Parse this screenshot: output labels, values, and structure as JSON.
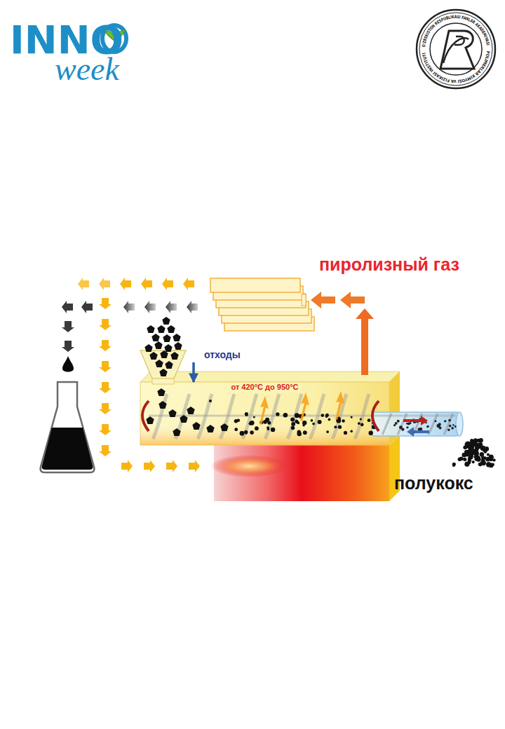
{
  "diagram": {
    "nodes": [
      {
        "text": [
          "отходы"
        ]
      },
      {
        "text": [
          "от 420°С до 950°С"
        ]
      }
    ],
    "edges": [
      {
        "from": 0,
        "to": 1,
        "arrow": "to"
      }
    ],
    "labels": [
      "пиролизный газ",
      "полукокс",
      "INNO",
      "week",
      "O'ZBEKISTON RESPUBLIKASI FANLAR AKADEMIYASI",
      "POLIMERLAR KIMYOSI VA FIZIKASI INSTITUTI"
    ]
  }
}
